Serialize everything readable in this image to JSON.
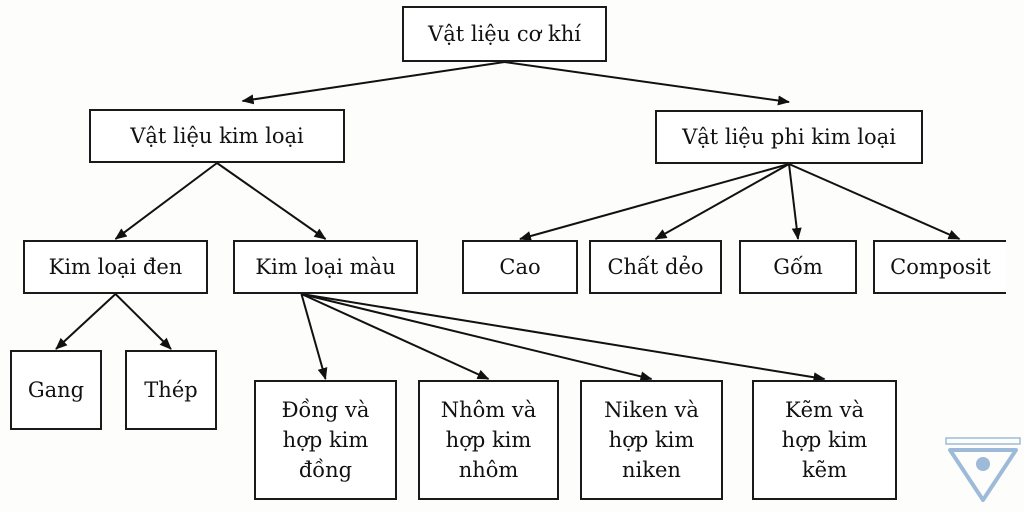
{
  "nodes": {
    "root": "Vật liệu cơ khí",
    "metal": "Vật liệu kim loại",
    "nonmetal": "Vật liệu phi kim loại",
    "ferrous": "Kim loại đen",
    "nonferrous": "Kim loại màu",
    "cast_iron": "Gang",
    "steel": "Thép",
    "copper": "Đồng và\nhợp kim\nđồng",
    "aluminium": "Nhôm và\nhợp kim\nnhôm",
    "nickel": "Niken và\nhợp kim\nniken",
    "zinc": "Kẽm và\nhợp kim\nkẽm",
    "rubber": "Cao",
    "plastic": "Chất dẻo",
    "ceramic": "Gốm",
    "composite": "Composit"
  },
  "edges": [
    [
      "root",
      "metal"
    ],
    [
      "root",
      "nonmetal"
    ],
    [
      "metal",
      "ferrous"
    ],
    [
      "metal",
      "nonferrous"
    ],
    [
      "ferrous",
      "cast_iron"
    ],
    [
      "ferrous",
      "steel"
    ],
    [
      "nonferrous",
      "copper"
    ],
    [
      "nonferrous",
      "aluminium"
    ],
    [
      "nonferrous",
      "nickel"
    ],
    [
      "nonferrous",
      "zinc"
    ],
    [
      "nonmetal",
      "rubber"
    ],
    [
      "nonmetal",
      "plastic"
    ],
    [
      "nonmetal",
      "ceramic"
    ],
    [
      "nonmetal",
      "composite"
    ]
  ],
  "watermark": {
    "icon": "shield-logo-icon",
    "color": "#8fb4d6"
  }
}
